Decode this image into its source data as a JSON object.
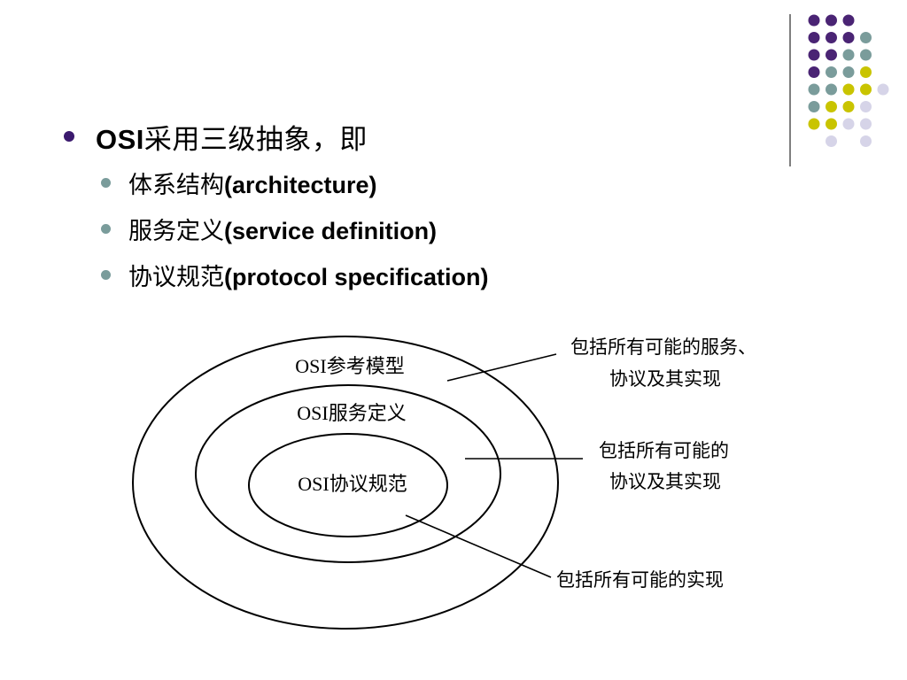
{
  "decor": {
    "colors": {
      "purple": "#4a2474",
      "teal": "#7a9c9b",
      "olive": "#c9c400",
      "lavender": "#d6d4e8",
      "divider": "#555555"
    },
    "dot_grid": [
      [
        "purple",
        "purple",
        "purple",
        null
      ],
      [
        "purple",
        "purple",
        "purple",
        "teal"
      ],
      [
        "purple",
        "purple",
        "teal",
        "teal"
      ],
      [
        "purple",
        "teal",
        "teal",
        "olive"
      ],
      [
        "teal",
        "teal",
        "olive",
        "olive",
        "lavender"
      ],
      [
        "teal",
        "olive",
        "olive",
        "lavender"
      ],
      [
        "olive",
        "olive",
        "lavender",
        "lavender"
      ],
      [
        null,
        "lavender",
        null,
        "lavender"
      ]
    ]
  },
  "bullets": {
    "main": {
      "prefix": "OSI",
      "cjk": "采用三级抽象，即"
    },
    "items": [
      {
        "cjk": "体系结构",
        "en": "(architecture)"
      },
      {
        "cjk": "服务定义",
        "en": "(service definition)"
      },
      {
        "cjk": "协议规范",
        "en": "(protocol specification)"
      }
    ]
  },
  "diagram": {
    "rings": {
      "outer": "OSI参考模型",
      "middle": "OSI服务定义",
      "inner": "OSI协议规范"
    },
    "callouts": {
      "outer_line1": "包括所有可能的服务、",
      "outer_line2": "协议及其实现",
      "middle_line1": "包括所有可能的",
      "middle_line2": "协议及其实现",
      "inner": "包括所有可能的实现"
    }
  }
}
